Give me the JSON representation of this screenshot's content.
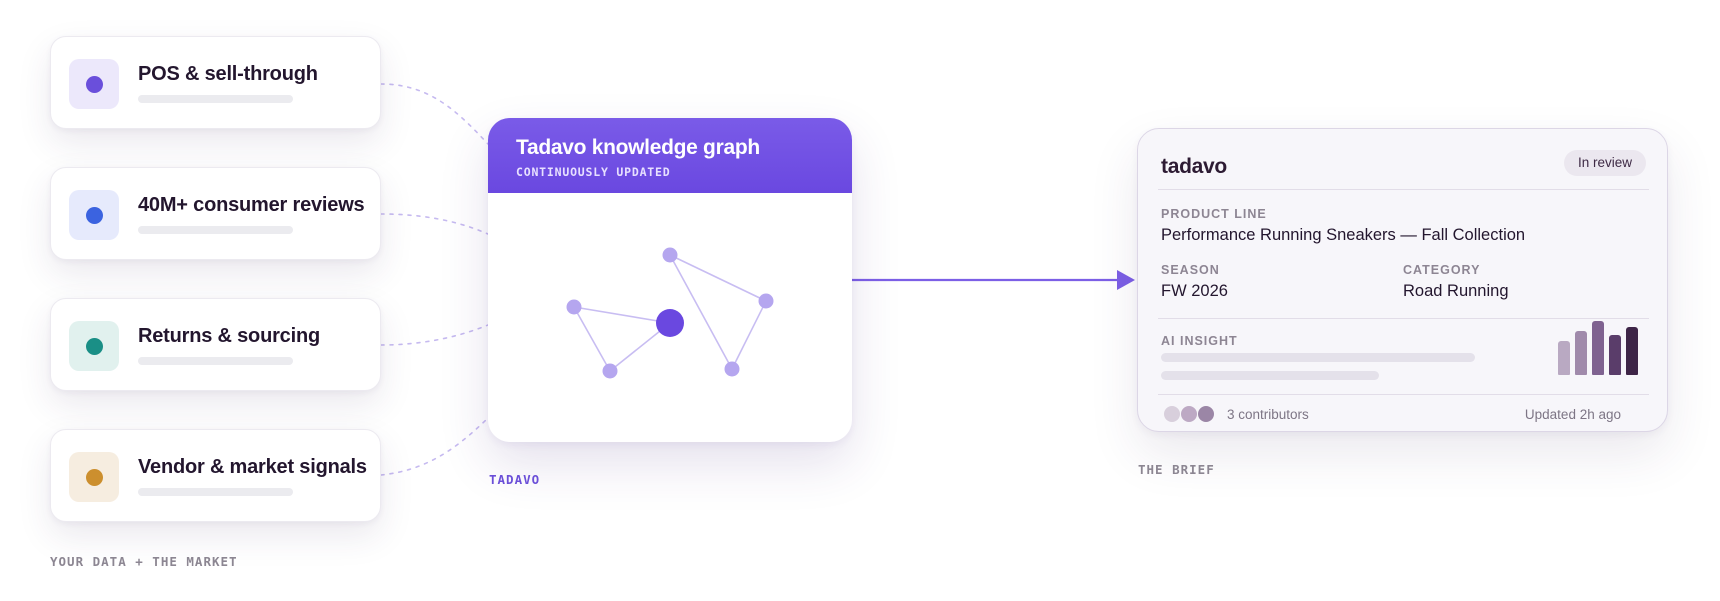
{
  "sources": {
    "items": [
      {
        "label": "POS & sell-through",
        "icon": "dot-icon",
        "icon_bg": "#ece8fb",
        "dot_color": "#6a4fdb"
      },
      {
        "label": "40M+ consumer reviews",
        "icon": "dot-icon",
        "icon_bg": "#e6eafc",
        "dot_color": "#3b63e0"
      },
      {
        "label": "Returns & sourcing",
        "icon": "dot-icon",
        "icon_bg": "#e1f1ee",
        "dot_color": "#1a8f86"
      },
      {
        "label": "Vendor & market signals",
        "icon": "dot-icon",
        "icon_bg": "#f6ede0",
        "dot_color": "#cc8f2e"
      }
    ],
    "caption": "YOUR DATA + THE MARKET"
  },
  "graph": {
    "title": "Tadavo knowledge graph",
    "subtitle": "CONTINUOUSLY UPDATED",
    "caption": "TADAVO",
    "accent": "#6a48e0"
  },
  "brief": {
    "logo": "tadavo",
    "status_badge": "In review",
    "product_line_label": "PRODUCT LINE",
    "product_line_value": "Performance Running Sneakers — Fall Collection",
    "season_label": "SEASON",
    "season_value": "FW 2026",
    "category_label": "CATEGORY",
    "category_value": "Road Running",
    "insight_label": "AI INSIGHT",
    "contributors": "3 contributors",
    "updated": "Updated 2h ago",
    "caption": "THE BRIEF"
  }
}
